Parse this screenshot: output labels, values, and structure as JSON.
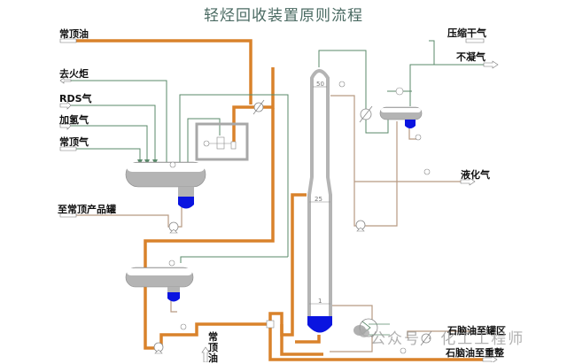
{
  "title": "轻烃回收装置原则流程",
  "colors": {
    "oil_line": "#d9822b",
    "gas_line": "#5a8a6a",
    "liquid_line": "#b89a82",
    "vessel": "#b4b4b4",
    "liquid_level": "#0a14e0",
    "title": "#4a6a62"
  },
  "streams": {
    "in_atm_top_oil": "常顶油",
    "to_flare": "去火炬",
    "rds_gas": "RDS气",
    "hydrogenation_gas": "加氢气",
    "atm_top_gas": "常顶气",
    "to_atm_top_product_tank": "至常顶产品罐",
    "compressed_dry_gas": "压缩干气",
    "non_condensable_gas": "不凝气",
    "lpg": "液化气",
    "naphtha_to_tank_farm": "石脑油至罐区",
    "naphtha_to_reforming": "石脑油至重整",
    "atm_top_oil_bottom": "常顶油"
  },
  "column": {
    "tray_top": "50",
    "tray_mid": "25",
    "tray_bottom": "1"
  },
  "watermark": "公众号 · 化工工程师"
}
